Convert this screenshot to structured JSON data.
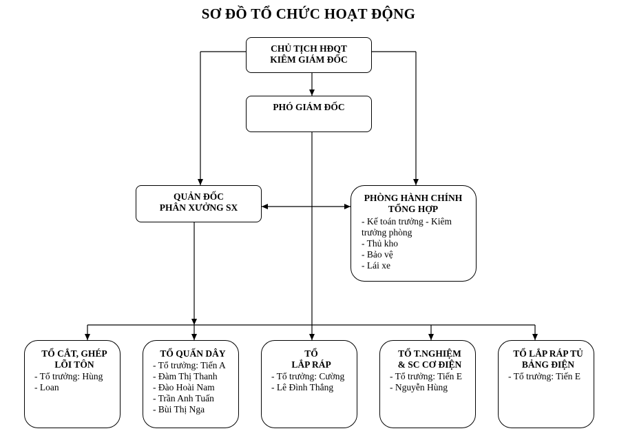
{
  "title": "SƠ ĐỒ TỔ CHỨC HOẠT ĐỘNG",
  "colors": {
    "line": "#000000",
    "background": "#ffffff"
  },
  "nodes": {
    "chairman": {
      "lines": [
        "CHỦ TỊCH HĐQT",
        "KIÊM GIÁM ĐỐC"
      ]
    },
    "vice_director": {
      "lines": [
        "PHÓ GIÁM ĐỐC"
      ]
    },
    "workshop_foreman": {
      "lines": [
        "QUẢN ĐỐC",
        "PHÂN XƯỞNG SX"
      ]
    },
    "admin_office": {
      "lines": [
        "PHÒNG HÀNH CHÍNH",
        "TỔNG HỢP"
      ],
      "items": [
        "- Kế toán trưởng - Kiêm trưởng phòng",
        "- Thủ kho",
        "- Bảo vệ",
        "- Lái xe"
      ]
    }
  },
  "teams": [
    {
      "lines": [
        "TỔ CẮT, GHÉP",
        "LÕI TÔN"
      ],
      "items": [
        "- Tổ trưởng: Hùng",
        "- Loan"
      ]
    },
    {
      "lines": [
        "TỔ QUẤN DÂY"
      ],
      "items": [
        "- Tổ trưởng: Tiến A",
        "- Đàm Thị Thanh",
        "- Đào Hoài Nam",
        "- Trần Anh Tuấn",
        "- Bùi Thị Nga"
      ]
    },
    {
      "lines": [
        "TỔ",
        "LẮP RÁP"
      ],
      "items": [
        "- Tổ trưởng: Cường",
        "- Lê Đình Thắng"
      ]
    },
    {
      "lines": [
        "TỔ T.NGHIỆM",
        "& SC CƠ ĐIỆN"
      ],
      "items": [
        "- Tổ trưởng: Tiến E",
        "- Nguyễn Hùng"
      ]
    },
    {
      "lines": [
        "TỔ LẮP RÁP TỦ",
        "BẢNG ĐIỆN"
      ],
      "items": [
        "- Tổ trưởng: Tiến E"
      ]
    }
  ]
}
